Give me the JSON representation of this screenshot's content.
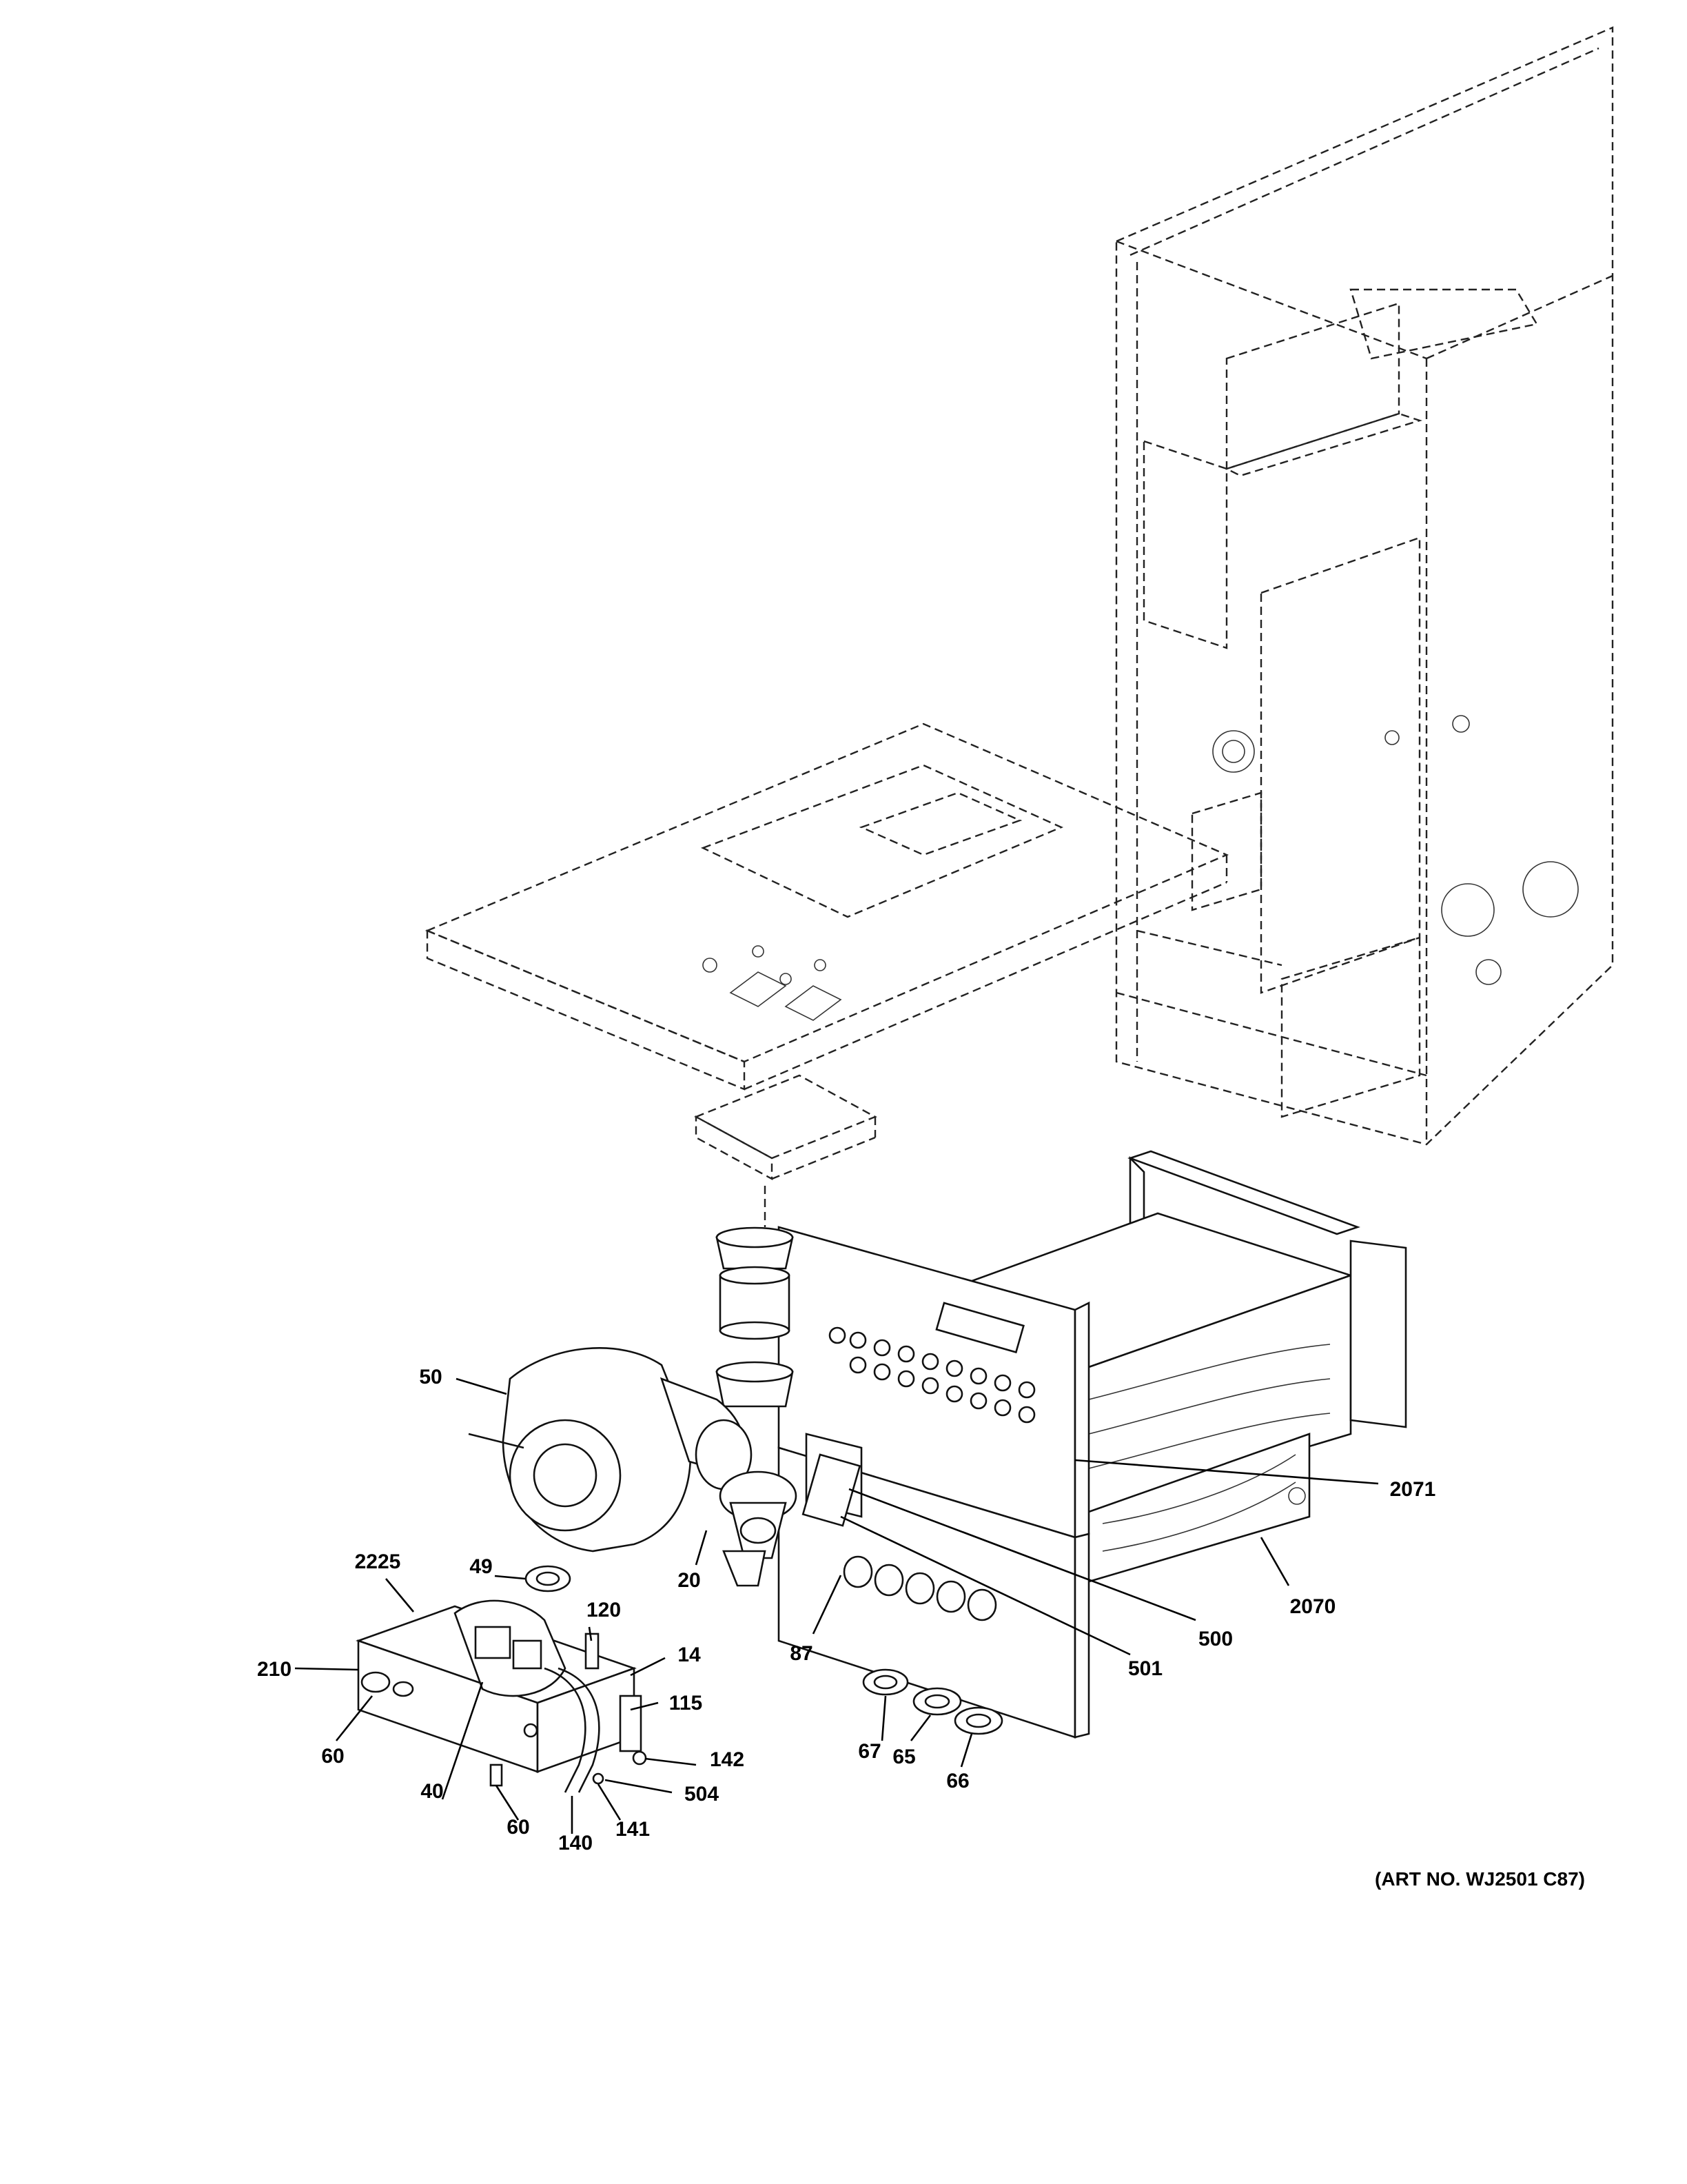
{
  "art_number": "(ART NO. WJ2501 C87)",
  "callouts": [
    "50",
    "2071",
    "2225",
    "49",
    "120",
    "20",
    "14",
    "210",
    "115",
    "87",
    "500",
    "2070",
    "501",
    "60",
    "67",
    "65",
    "142",
    "40",
    "504",
    "66",
    "60",
    "140",
    "141"
  ]
}
